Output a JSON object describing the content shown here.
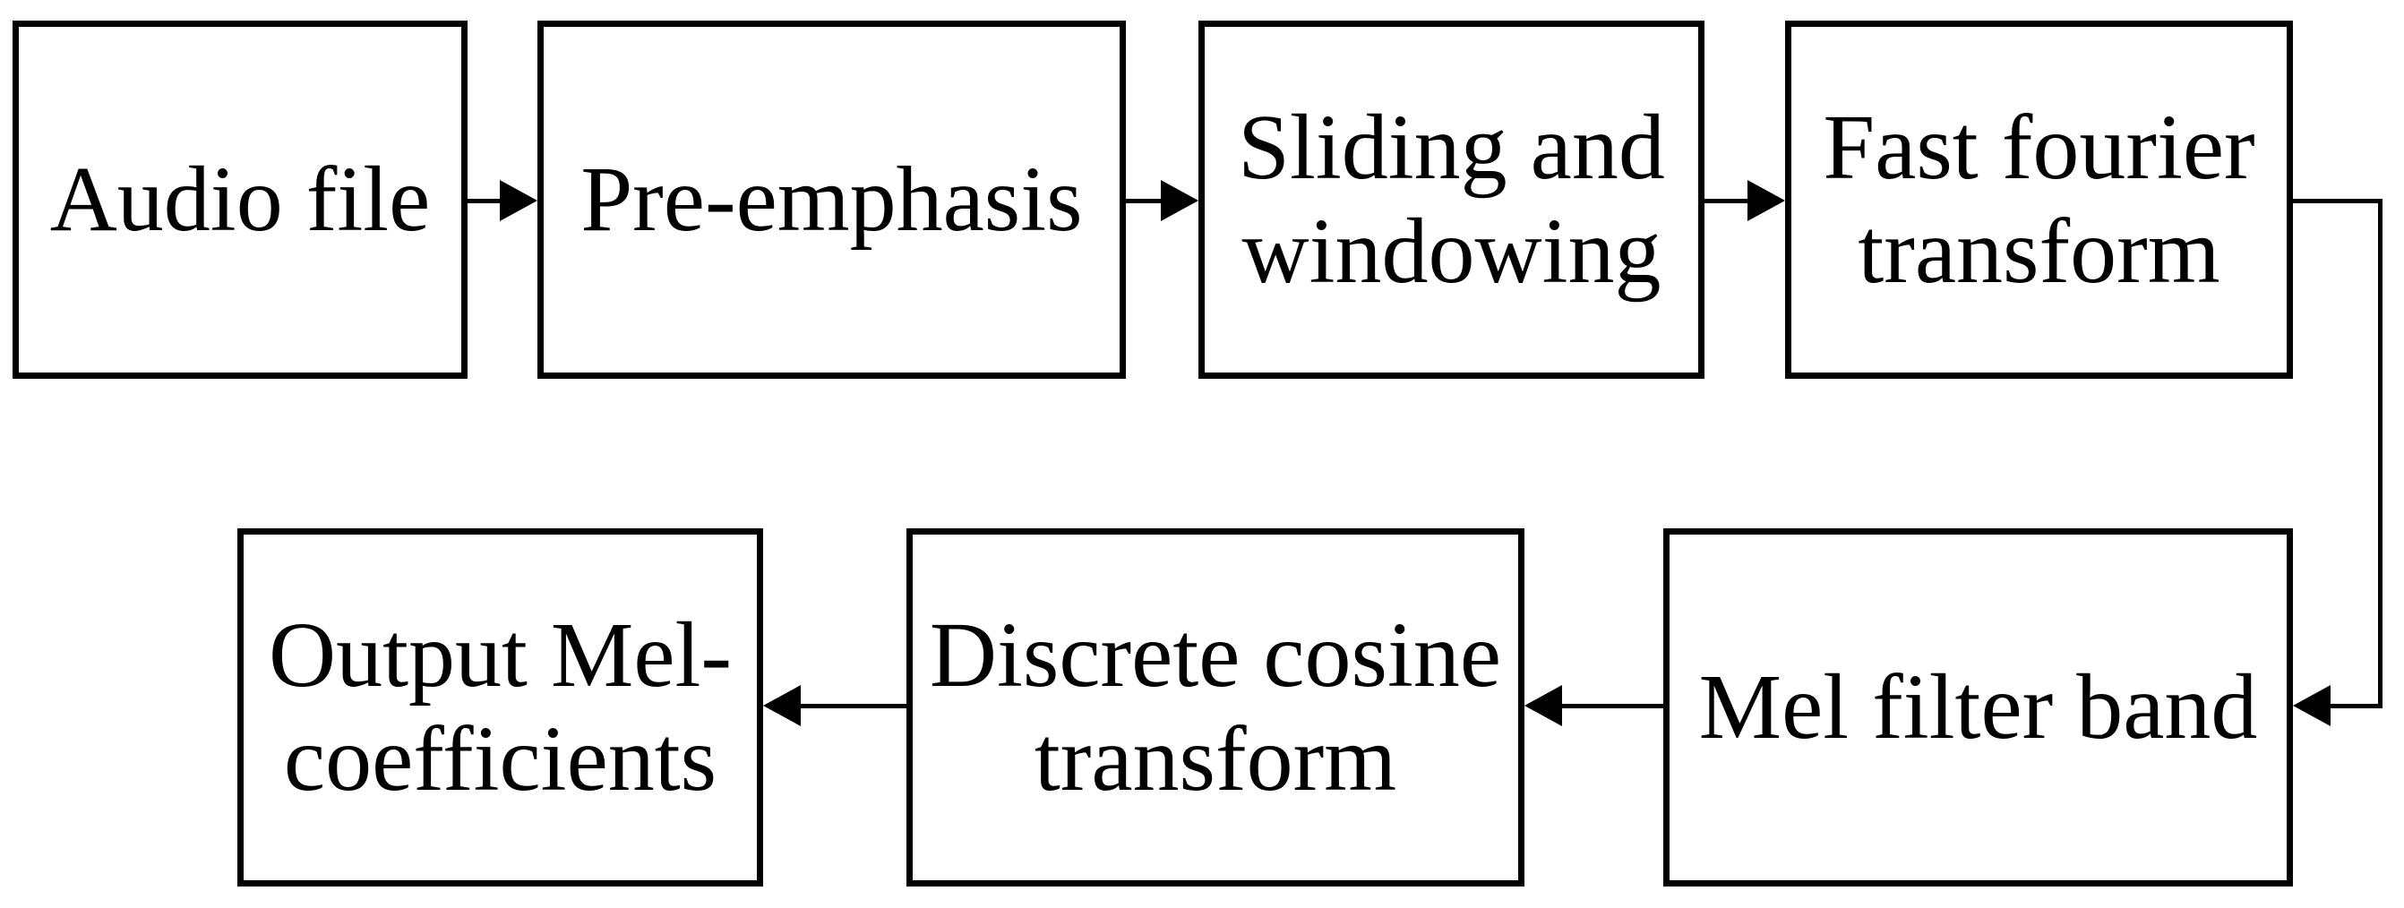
{
  "figure": {
    "type": "flowchart",
    "background_color": "#ffffff",
    "line_color": "#000000",
    "nodes": [
      {
        "id": "audio-file",
        "label": "Audio file",
        "lines": [
          "Audio file"
        ]
      },
      {
        "id": "pre-emphasis",
        "label": "Pre-emphasis",
        "lines": [
          "Pre-emphasis"
        ]
      },
      {
        "id": "sliding-and-windowing",
        "label": "Sliding and windowing",
        "lines": [
          "Sliding and",
          "windowing"
        ]
      },
      {
        "id": "fast-fourier-transform",
        "label": "Fast fourier transform",
        "lines": [
          "Fast fourier",
          "transform"
        ]
      },
      {
        "id": "mel-filter-band",
        "label": "Mel filter band",
        "lines": [
          "Mel filter band"
        ]
      },
      {
        "id": "discrete-cosine-transform",
        "label": "Discrete cosine transform",
        "lines": [
          "Discrete cosine",
          "transform"
        ]
      },
      {
        "id": "output-mel-coefficients",
        "label": "Output Mel-coefficients",
        "lines": [
          "Output Mel-",
          "coefficients"
        ]
      }
    ],
    "edges": [
      {
        "from": "audio-file",
        "to": "pre-emphasis",
        "route": "right"
      },
      {
        "from": "pre-emphasis",
        "to": "sliding-and-windowing",
        "route": "right"
      },
      {
        "from": "sliding-and-windowing",
        "to": "fast-fourier-transform",
        "route": "right"
      },
      {
        "from": "fast-fourier-transform",
        "to": "mel-filter-band",
        "route": "right-down-left"
      },
      {
        "from": "mel-filter-band",
        "to": "discrete-cosine-transform",
        "route": "left"
      },
      {
        "from": "discrete-cosine-transform",
        "to": "output-mel-coefficients",
        "route": "left"
      }
    ]
  }
}
